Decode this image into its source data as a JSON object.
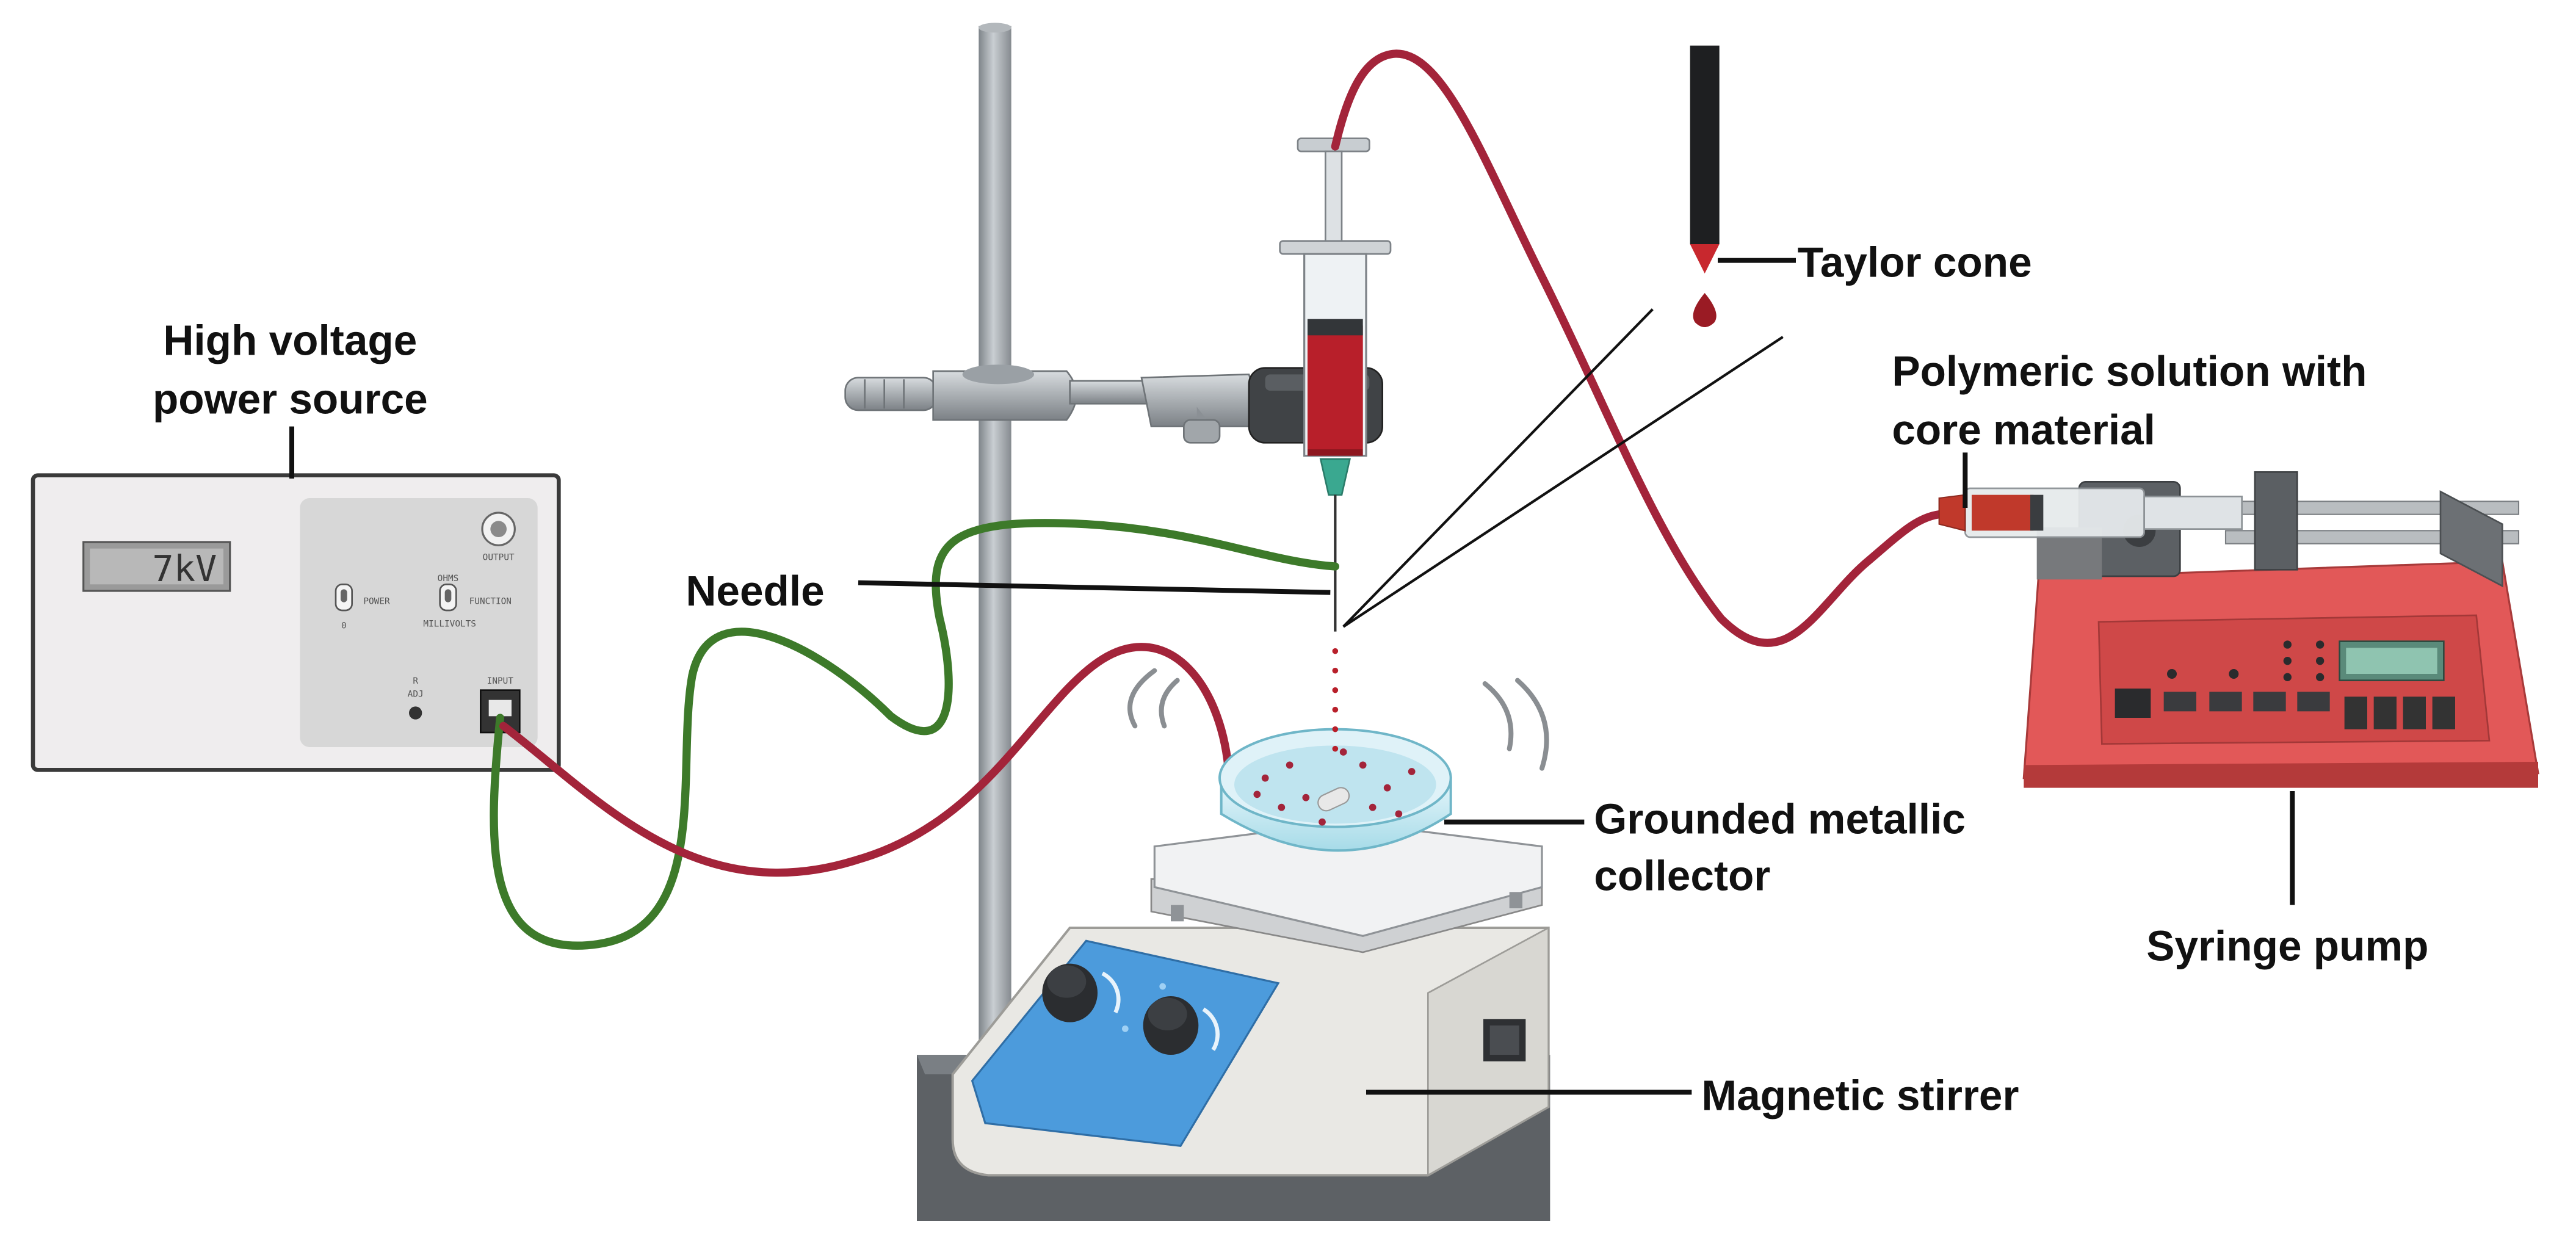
{
  "labels": {
    "power_source_line1": "High voltage",
    "power_source_line2": "power source",
    "needle": "Needle",
    "taylor_cone": "Taylor cone",
    "polymeric_line1": "Polymeric solution with",
    "polymeric_line2": "core material",
    "collector_line1": "Grounded metallic",
    "collector_line2": "collector",
    "syringe_pump": "Syringe pump",
    "magnetic_stirrer": "Magnetic stirrer"
  },
  "power_source": {
    "display": "7kV",
    "output": "OUTPUT",
    "power": "POWER",
    "ohms": "OHMS",
    "function": "FUNCTION",
    "zero": "0",
    "millivolts": "MILLIVOLTS",
    "r_mark": "R",
    "adj": "ADJ",
    "input": "INPUT"
  },
  "colors": {
    "red_wire": "#a3243a",
    "green_wire": "#3d7a2a",
    "pump_body": "#d94a4a",
    "stirrer_panel": "#4c9bdc",
    "solution": "#b81f2a",
    "needle_tip": "#3aa890"
  }
}
